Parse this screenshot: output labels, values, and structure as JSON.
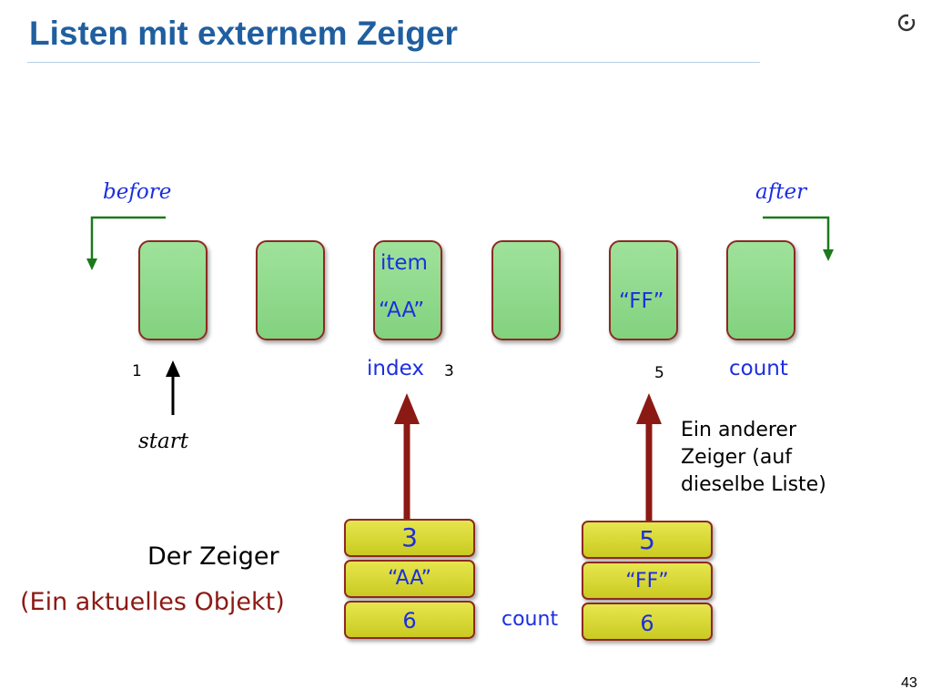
{
  "slide": {
    "title": "Listen mit externem Zeiger",
    "page_number": "43"
  },
  "labels": {
    "before": "before",
    "after": "after",
    "item": "item",
    "item_value": "“AA”",
    "ff_value": "“FF”",
    "index": "index",
    "count": "count",
    "start": "start",
    "num_1": "1",
    "num_3": "3",
    "num_5": "5",
    "other_pointer": [
      "Ein anderer",
      "Zeiger (auf",
      "dieselbe Liste)"
    ],
    "pointer_title": "Der Zeiger",
    "pointer_subtitle": "(Ein aktuelles Objekt)",
    "count_bottom": "count"
  },
  "cursor_left": {
    "index": "3",
    "item": "“AA”",
    "count": "6"
  },
  "cursor_right": {
    "index": "5",
    "item": "“FF”",
    "count": "6"
  },
  "colors": {
    "title": "#1f5fa0",
    "cell_fill": "#8fd88b",
    "cell_border": "#8c2a22",
    "arrow_red": "#8c1a14",
    "arrow_green": "#1b7a1b",
    "label_blue": "#1c2ee0",
    "cursor_fill": "#d8d836",
    "subtitle_red": "#8c1a14"
  }
}
